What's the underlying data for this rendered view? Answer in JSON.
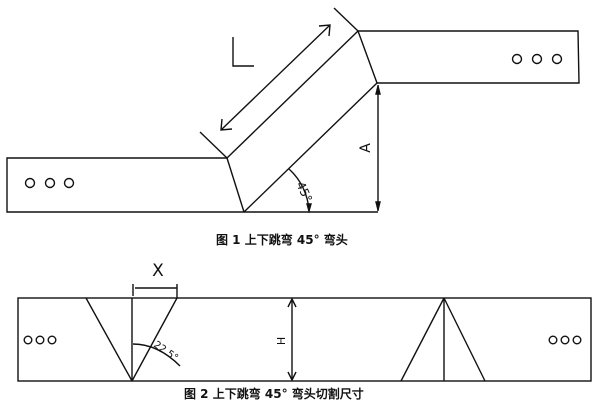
{
  "figure1": {
    "caption": "图 1  上下跳弯 45° 弯头",
    "length_label": "L",
    "height_label": "A",
    "angle_label": "45°",
    "holes_count": 3
  },
  "figure2": {
    "caption": "图 2  上下跳弯 45° 弯头切割尺寸",
    "width_label": "X",
    "height_label": "H",
    "angle_label": "22.5°",
    "holes_count": 3
  },
  "colors": {
    "line": "#111111",
    "background": "#ffffff"
  }
}
